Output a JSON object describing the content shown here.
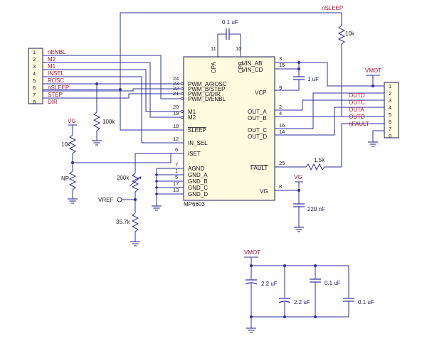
{
  "chip": {
    "part": "MP6603",
    "left_pins": [
      {
        "num": "24",
        "label": "PWM_A/ROSC"
      },
      {
        "num": "23",
        "label": "PWM_B/STEP"
      },
      {
        "num": "22",
        "label": "PWM_C/DIR"
      },
      {
        "num": "21",
        "label": "PWM_D/ENBL"
      },
      {
        "num": "20",
        "label": "M1"
      },
      {
        "num": "19",
        "label": "M2"
      },
      {
        "num": "18",
        "label": "SLEEP"
      },
      {
        "num": "12",
        "label": "IN_SEL"
      },
      {
        "num": "6",
        "label": "ISET"
      },
      {
        "num": "7",
        "label": "AGND"
      },
      {
        "num": "1",
        "label": "GND_A"
      },
      {
        "num": "5",
        "label": "GND_B"
      },
      {
        "num": "17",
        "label": "GND_C"
      },
      {
        "num": "13",
        "label": "GND_D"
      }
    ],
    "right_pins": [
      {
        "num": "3",
        "label": "VIN_AB"
      },
      {
        "num": "15",
        "label": "VIN_CD"
      },
      {
        "num": "9",
        "label": "VCP"
      },
      {
        "num": "2",
        "label": "OUT_A"
      },
      {
        "num": "4",
        "label": "OUT_B"
      },
      {
        "num": "16",
        "label": "OUT_C"
      },
      {
        "num": "14",
        "label": "OUT_D"
      },
      {
        "num": "25",
        "label": "FAULT"
      },
      {
        "num": "8",
        "label": "VG"
      }
    ],
    "top_pins": [
      {
        "num": "11",
        "label": "CPA"
      },
      {
        "num": "10",
        "label": "CPB"
      }
    ]
  },
  "left_header": {
    "numbers": [
      "1",
      "2",
      "3",
      "4",
      "5",
      "6",
      "7",
      "8"
    ],
    "nets": [
      "nENBL",
      "M2",
      "M1",
      "INSEL",
      "ROSC",
      "nSLEEP",
      "STEP",
      "DIR"
    ]
  },
  "right_header": {
    "numbers": [
      "1",
      "2",
      "3",
      "4",
      "5",
      "6",
      "7",
      "8"
    ],
    "nets": [
      "OUTD",
      "OUTC",
      "OUTA",
      "OUTB",
      "nFAULT"
    ]
  },
  "power": {
    "vmot": "VMOT",
    "vg": "VG",
    "vref": "VREF",
    "nsleep": "nSLEEP"
  },
  "components": {
    "cap_cp": "0.1 uF",
    "cap_vcp": "1 uF",
    "cap_vg": "220 nF",
    "res_nsleep": "10k",
    "res_fault": "1.5k",
    "res_100k": "100k",
    "res_vg_10k": "10k",
    "np": "NP",
    "pot": "200k",
    "res_35k": "35.7k",
    "bulk_caps": [
      "2.2 uF",
      "2.2 uF",
      "0.1 uF",
      "0.1 uF"
    ]
  },
  "colors": {
    "wire": "#2b2f9e",
    "net_label": "#b0102a",
    "chip_fill": "#fdfbe0"
  }
}
